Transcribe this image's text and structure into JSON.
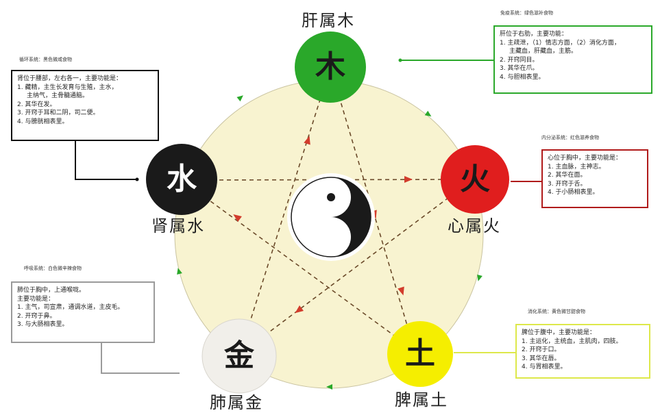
{
  "elements": {
    "wood": {
      "char": "木",
      "label": "肝属木",
      "fill": "#2aa82a",
      "text_color": "#1a1a1a"
    },
    "fire": {
      "char": "火",
      "label": "心属火",
      "fill": "#e01e1e",
      "text_color": "#1a1a1a"
    },
    "earth": {
      "char": "土",
      "label": "脾属土",
      "fill": "#f5ee00",
      "text_color": "#1a1a1a"
    },
    "metal": {
      "char": "金",
      "label": "肺属金",
      "fill": "#f1efea",
      "text_color": "#1a1a1a"
    },
    "water": {
      "char": "水",
      "label": "肾属水",
      "fill": "#1a1a1a",
      "text_color": "#ffffff"
    }
  },
  "boxes": {
    "liver": {
      "system": "免疫系统：绿色滋补食物",
      "border": "#2aa82a",
      "lines": [
        "肝位于右肋，主要功能：",
        "1. 主疏泄，（1）情志方面，（2）消化方面，",
        "主藏血，肝藏血，主筋。",
        "2. 开窍同目。",
        "3. 其华在爪。",
        "4. 与胆相表里。"
      ]
    },
    "heart": {
      "system": "内分泌系统：红色滋养食物",
      "border": "#b01a1a",
      "lines": [
        "心位于胸中，主要功能是：",
        "1. 主血脉，主神志。",
        "2. 其华在面。",
        "3. 开窍于舌。",
        "4. 于小肠相表里。"
      ]
    },
    "spleen": {
      "system": "消化系统：黄色微甘甜食物",
      "border": "#dde84a",
      "lines": [
        "脾位于腹中，主要功能是：",
        "1. 主运化，主统血，主肌肉，四肢。",
        "2. 开窍于口。",
        "3. 其华在唇。",
        "4. 与胃相表里。"
      ]
    },
    "lung": {
      "system": "呼吸系统：白色微辛辣食物",
      "border": "#9a9a9a",
      "lines": [
        "肺位于胸中，上通喉咙。",
        "主要功能是：",
        "1. 主气，司宣肃，通调水道，主皮毛。",
        "2. 开窍于鼻。",
        "3. 与大肠相表里。"
      ]
    },
    "kidney": {
      "system": "循环系统：黑色微咸食物",
      "border": "#111111",
      "lines": [
        "肾位于腰部，左右各一，主要功能是：",
        "1. 藏精，主生长发育与生殖，主水，",
        "主纳气，主骨髓通脑。",
        "2. 其华在发。",
        "3. 开窍于耳和二阴，司二便。",
        "4. 与膀胱相表里。"
      ]
    }
  },
  "colors": {
    "background_circle": "#f8f3d0",
    "circle_arrow": "#2aa82a",
    "star_line": "#6b4a2a",
    "star_arrow": "#d23c2c"
  }
}
